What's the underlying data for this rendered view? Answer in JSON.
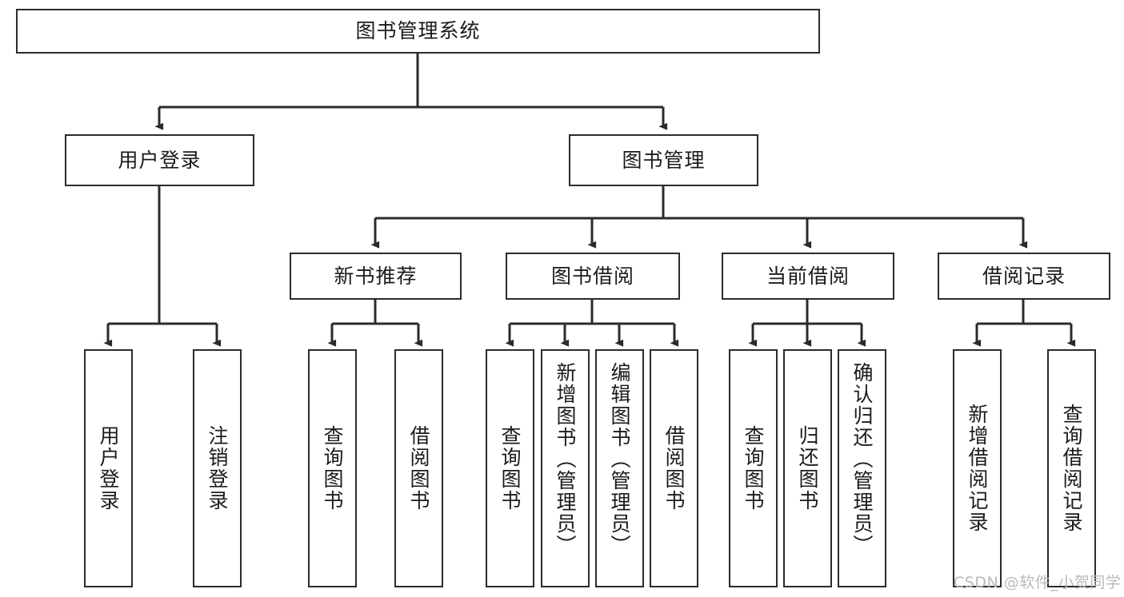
{
  "diagram": {
    "type": "tree-hierarchy-chart",
    "title": "图书管理系统",
    "orientation": "top-down",
    "colors": {
      "box_border": "#2b2b2b",
      "box_fill": "#ffffff",
      "edge": "#2b2b2b",
      "background": "#ffffff",
      "watermark": "#b9b9b9"
    },
    "root": {
      "id": "root",
      "label": "图书管理系统"
    },
    "level2": [
      {
        "id": "user-login",
        "label": "用户登录"
      },
      {
        "id": "book-manage",
        "label": "图书管理"
      }
    ],
    "level3": [
      {
        "id": "new-book-recommend",
        "label": "新书推荐",
        "parent": "book-manage"
      },
      {
        "id": "book-borrow",
        "label": "图书借阅",
        "parent": "book-manage"
      },
      {
        "id": "current-borrow",
        "label": "当前借阅",
        "parent": "book-manage"
      },
      {
        "id": "borrow-record",
        "label": "借阅记录",
        "parent": "book-manage"
      }
    ],
    "leaves": {
      "user_login": [
        {
          "id": "leaf-user-login",
          "label": "用户登录"
        },
        {
          "id": "leaf-user-logout",
          "label": "注销登录"
        }
      ],
      "new_book_recommend": [
        {
          "id": "leaf-query-book-1",
          "label": "查询图书"
        },
        {
          "id": "leaf-borrow-book-1",
          "label": "借阅图书"
        }
      ],
      "book_borrow": [
        {
          "id": "leaf-query-book-2",
          "label": "查询图书"
        },
        {
          "id": "leaf-add-book",
          "label": "新增图书（管理员）"
        },
        {
          "id": "leaf-edit-book",
          "label": "编辑图书（管理员）"
        },
        {
          "id": "leaf-borrow-book-2",
          "label": "借阅图书"
        }
      ],
      "current_borrow": [
        {
          "id": "leaf-query-book-3",
          "label": "查询图书"
        },
        {
          "id": "leaf-return-book",
          "label": "归还图书"
        },
        {
          "id": "leaf-confirm-return",
          "label": "确认归还（管理员）"
        }
      ],
      "borrow_record": [
        {
          "id": "leaf-add-record",
          "label": "新增借阅记录"
        },
        {
          "id": "leaf-query-record",
          "label": "查询借阅记录"
        }
      ]
    }
  },
  "watermark": {
    "text": "CSDN @软件_小贺同学"
  }
}
